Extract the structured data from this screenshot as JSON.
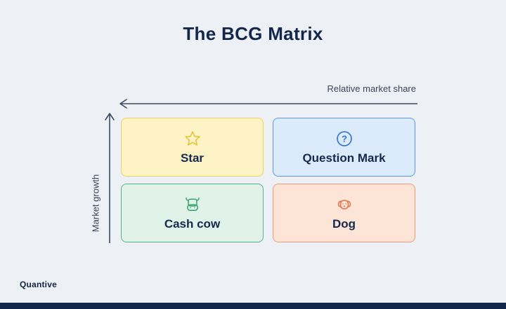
{
  "page": {
    "title": "The BCG Matrix",
    "brand": "Quantive"
  },
  "axes": {
    "x_label": "Relative market share",
    "y_label": "Market growth"
  },
  "quadrants": [
    {
      "label": "Star",
      "icon": "star-icon",
      "fill": "#fdf3c5",
      "border": "#ecd25e",
      "accent": "#e4c23e"
    },
    {
      "label": "Question Mark",
      "icon": "question-mark-icon",
      "fill": "#dcebfb",
      "border": "#5a95e8",
      "accent": "#2f72d2"
    },
    {
      "label": "Cash cow",
      "icon": "cow-icon",
      "fill": "#e1f3e8",
      "border": "#54b684",
      "accent": "#35a171"
    },
    {
      "label": "Dog",
      "icon": "dog-icon",
      "fill": "#fce4d6",
      "border": "#f09a74",
      "accent": "#e2714a"
    }
  ],
  "icons": {
    "question_glyph": "?"
  },
  "colors": {
    "background": "#edf1f5",
    "title_text": "#13274d",
    "axis_arrow": "#3c4a60",
    "bottom_bar": "#13274d"
  }
}
